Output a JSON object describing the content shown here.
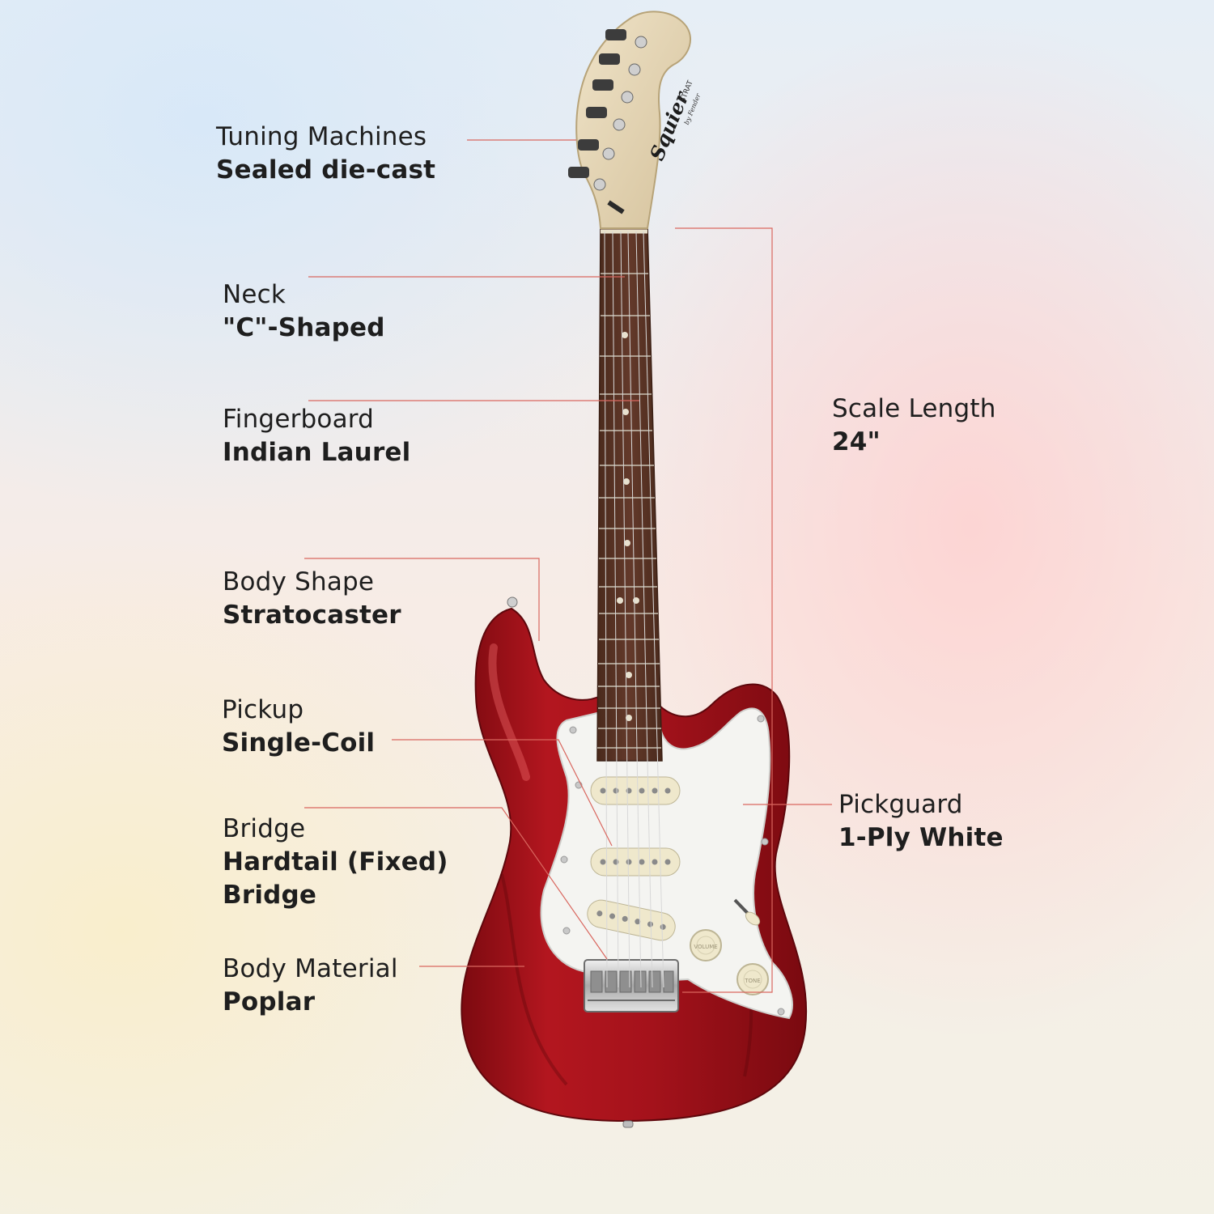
{
  "brand": {
    "logo_text": "Squier",
    "model_text": "STRAT",
    "sub_text": "by Fender"
  },
  "labels": {
    "tuning_machines": {
      "title": "Tuning Machines",
      "value": "Sealed die-cast"
    },
    "neck": {
      "title": "Neck",
      "value": "\"C\"-Shaped"
    },
    "fingerboard": {
      "title": "Fingerboard",
      "value": "Indian Laurel"
    },
    "body_shape": {
      "title": "Body Shape",
      "value": "Stratocaster"
    },
    "pickup": {
      "title": "Pickup",
      "value": "Single-Coil"
    },
    "bridge": {
      "title": "Bridge",
      "value": "Hardtail (Fixed)",
      "value2": "Bridge"
    },
    "body_material": {
      "title": "Body Material",
      "value": "Poplar"
    },
    "scale_length": {
      "title": "Scale Length",
      "value": "24\""
    },
    "pickguard": {
      "title": "Pickguard",
      "value": "1-Ply White"
    }
  },
  "knobs": {
    "volume": "VOLUME",
    "tone": "TONE"
  },
  "colors": {
    "body_red": "#a8141c",
    "pickguard": "#f4f4f1",
    "fretboard": "#5a3424",
    "headstock": "#e4d6b8",
    "leader_line": "#d9675f"
  }
}
